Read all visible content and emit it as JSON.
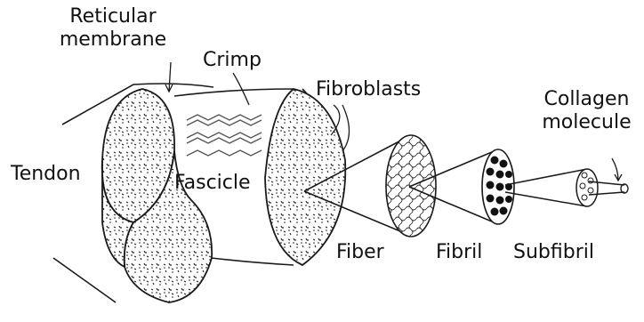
{
  "labels": {
    "reticular_membrane_line1": "Reticular",
    "reticular_membrane_line2": "membrane",
    "crimp": "Crimp",
    "fibroblasts": "Fibroblasts",
    "collagen_molecule_line1": "Collagen",
    "collagen_molecule_line2": "molecule",
    "tendon": "Tendon",
    "fascicle": "Fascicle",
    "fiber": "Fiber",
    "fibril": "Fibril",
    "subfibril": "Subfibril"
  },
  "colors": {
    "ink": "#1a1a1a",
    "paper": "#ffffff"
  }
}
